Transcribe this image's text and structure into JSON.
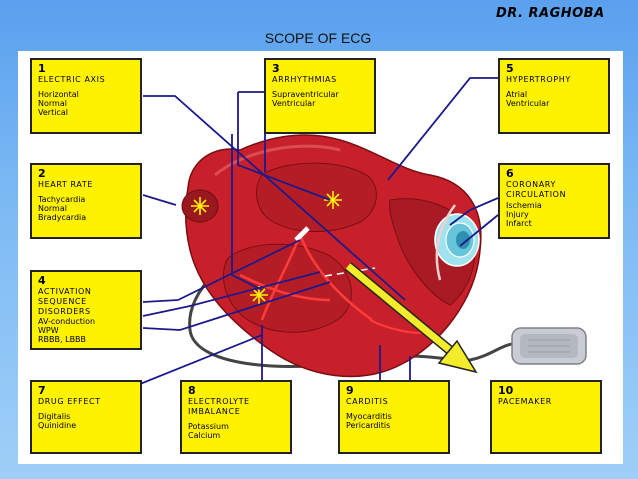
{
  "header": {
    "author": "DR. RAGHOBA",
    "title": "SCOPE OF ECG"
  },
  "boxes": [
    {
      "id": "electric-axis",
      "num": "1",
      "heading": [
        "ELECTRIC AXIS"
      ],
      "items": [
        "Horizontal",
        "Normal",
        "Vertical"
      ]
    },
    {
      "id": "arrhythmias",
      "num": "3",
      "heading": [
        "ARRHYTHMIAS"
      ],
      "items": [
        "Supraventricular",
        "Ventricular"
      ]
    },
    {
      "id": "hypertrophy",
      "num": "5",
      "heading": [
        "HYPERTROPHY"
      ],
      "items": [
        "Atrial",
        "Ventricular"
      ]
    },
    {
      "id": "heart-rate",
      "num": "2",
      "heading": [
        "HEART RATE"
      ],
      "items": [
        "Tachycardia",
        "Normal",
        "Bradycardia"
      ]
    },
    {
      "id": "coronary-circulation",
      "num": "6",
      "heading": [
        "CORONARY",
        "CIRCULATION"
      ],
      "items": [
        "Ischemia",
        "Injury",
        "Infarct"
      ]
    },
    {
      "id": "activation-sequence",
      "num": "4",
      "heading": [
        "ACTIVATION",
        "SEQUENCE",
        "DISORDERS"
      ],
      "items": [
        "AV-conduction",
        "WPW",
        "RBBB, LBBB"
      ]
    },
    {
      "id": "drug-effect",
      "num": "7",
      "heading": [
        "DRUG EFFECT"
      ],
      "items": [
        "Digitalis",
        "Quinidine"
      ]
    },
    {
      "id": "electrolyte-imbalance",
      "num": "8",
      "heading": [
        "ELECTROLYTE",
        "IMBALANCE"
      ],
      "items": [
        "Potassium",
        "Calcium"
      ]
    },
    {
      "id": "carditis",
      "num": "9",
      "heading": [
        "CARDITIS"
      ],
      "items": [
        "Myocarditis",
        "Pericarditis"
      ]
    },
    {
      "id": "pacemaker",
      "num": "10",
      "heading": [
        "PACEMAKER"
      ],
      "items": []
    }
  ],
  "colors": {
    "box_fill": "#fff200",
    "heart": "#c8202a",
    "heart_dark": "#9a1820",
    "connector": "#1a1a8c",
    "axis_arrow": "#f2ec2a",
    "ischemia": "#9fe3ef"
  }
}
